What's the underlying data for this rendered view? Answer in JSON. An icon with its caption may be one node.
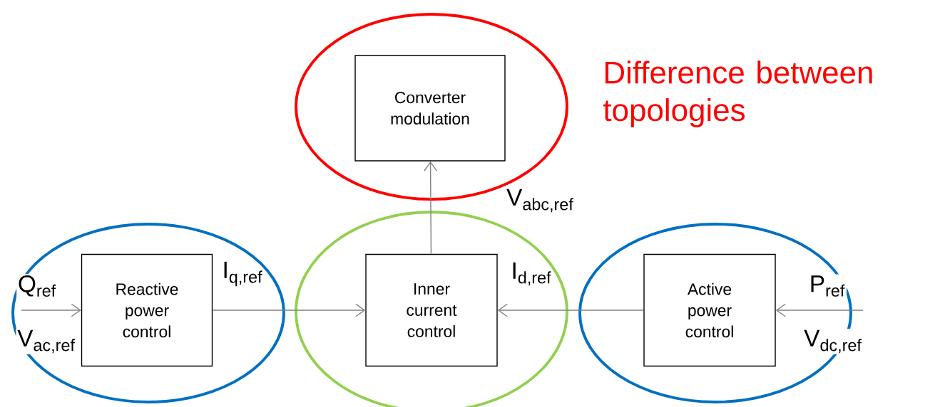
{
  "diagram": {
    "nodes": [
      {
        "text": [],
        "shape": "ellipse"
      },
      {
        "text": [
          "Converter modulation"
        ],
        "in": 0
      },
      {
        "text": [],
        "shape": "ellipse"
      },
      {
        "text": [
          "Reactive power control"
        ],
        "in": 2
      },
      {
        "text": [],
        "shape": "ellipse"
      },
      {
        "text": [
          "Inner current control"
        ],
        "in": 4
      },
      {
        "text": [],
        "shape": "ellipse"
      },
      {
        "text": [
          "Active power control"
        ],
        "in": 6
      }
    ],
    "edges": [
      {
        "from": null,
        "to": 3,
        "arrow": "to"
      },
      {
        "from": 3,
        "to": 5,
        "arrow": "to",
        "label": "I$_{q,ref}$"
      },
      {
        "from": 7,
        "to": 5,
        "arrow": "to",
        "label": "I$_{d,ref}$"
      },
      {
        "from": null,
        "to": 7,
        "arrow": "to"
      },
      {
        "from": 5,
        "to": 1,
        "arrow": "to",
        "label": "V$_{abc,ref}$"
      }
    ],
    "labels": [
      "Difference between topologies",
      "Q$_{ref}$",
      "V$_{ac,ref}$",
      "P$_{ref}$",
      "V$_{dc,ref}$"
    ]
  }
}
